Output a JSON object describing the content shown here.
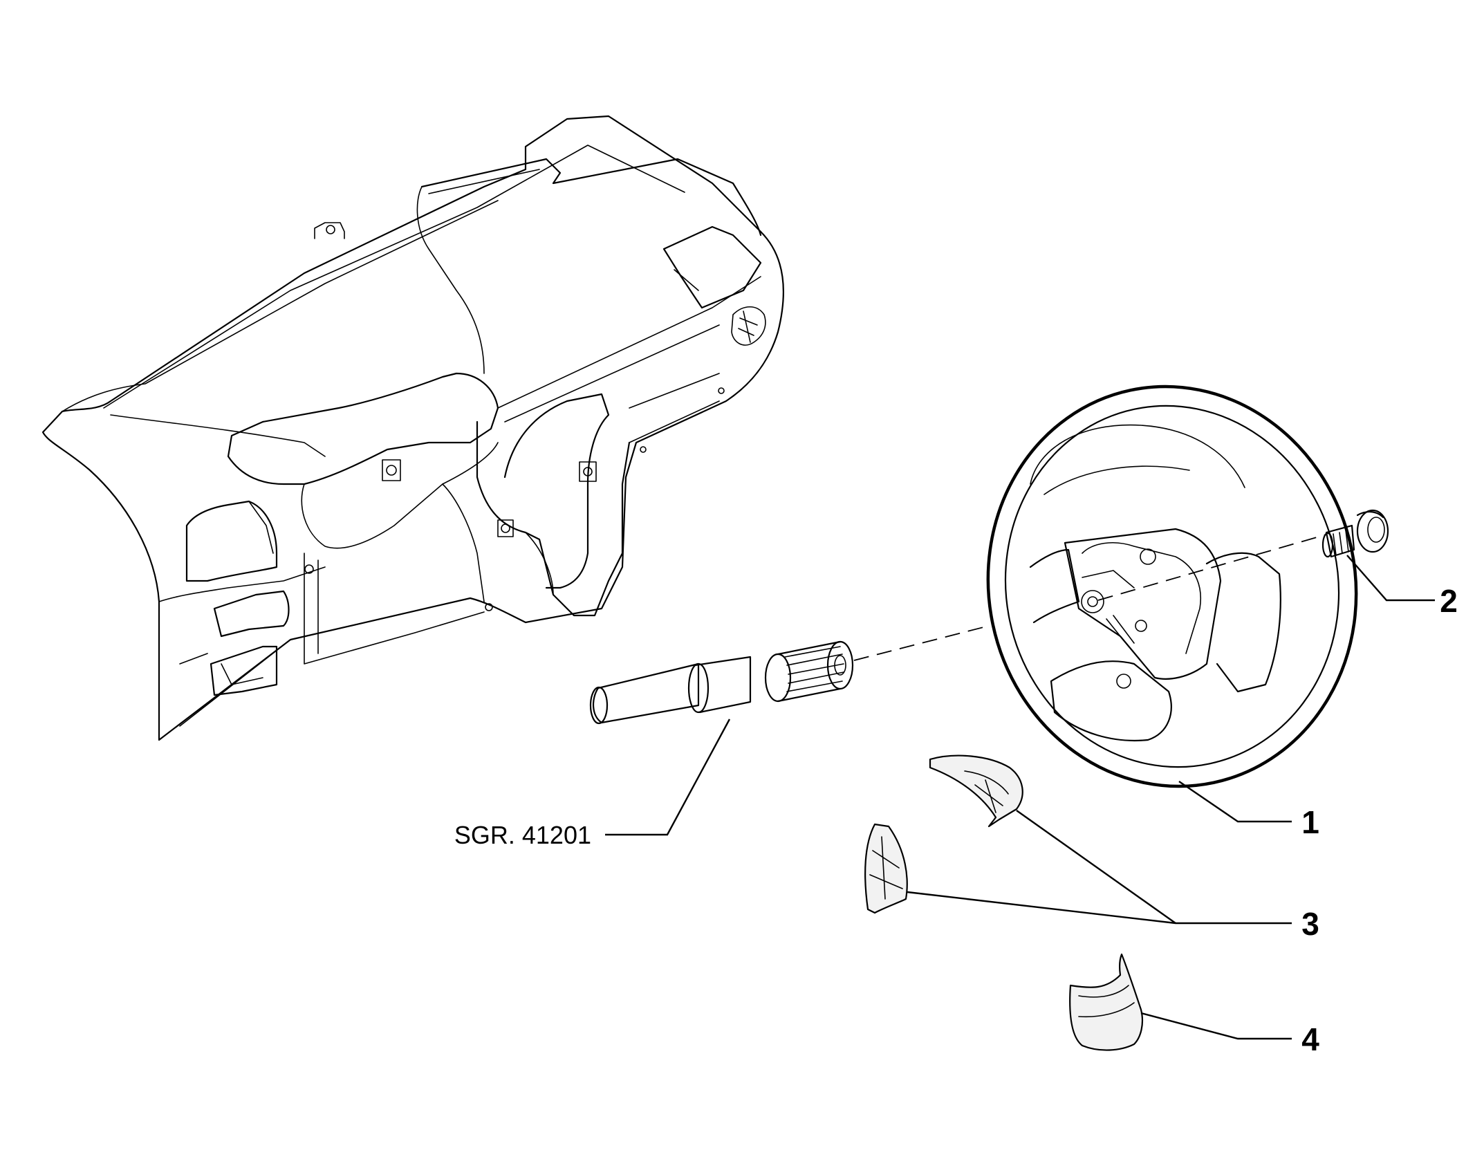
{
  "diagram": {
    "callouts": [
      {
        "id": "1",
        "label": "1",
        "part": "steering wheel"
      },
      {
        "id": "2",
        "label": "2",
        "part": "screw"
      },
      {
        "id": "3",
        "label": "3",
        "part": "spoke cover"
      },
      {
        "id": "4",
        "label": "4",
        "part": "lower cover"
      }
    ],
    "reference": "SGR. 41201"
  }
}
